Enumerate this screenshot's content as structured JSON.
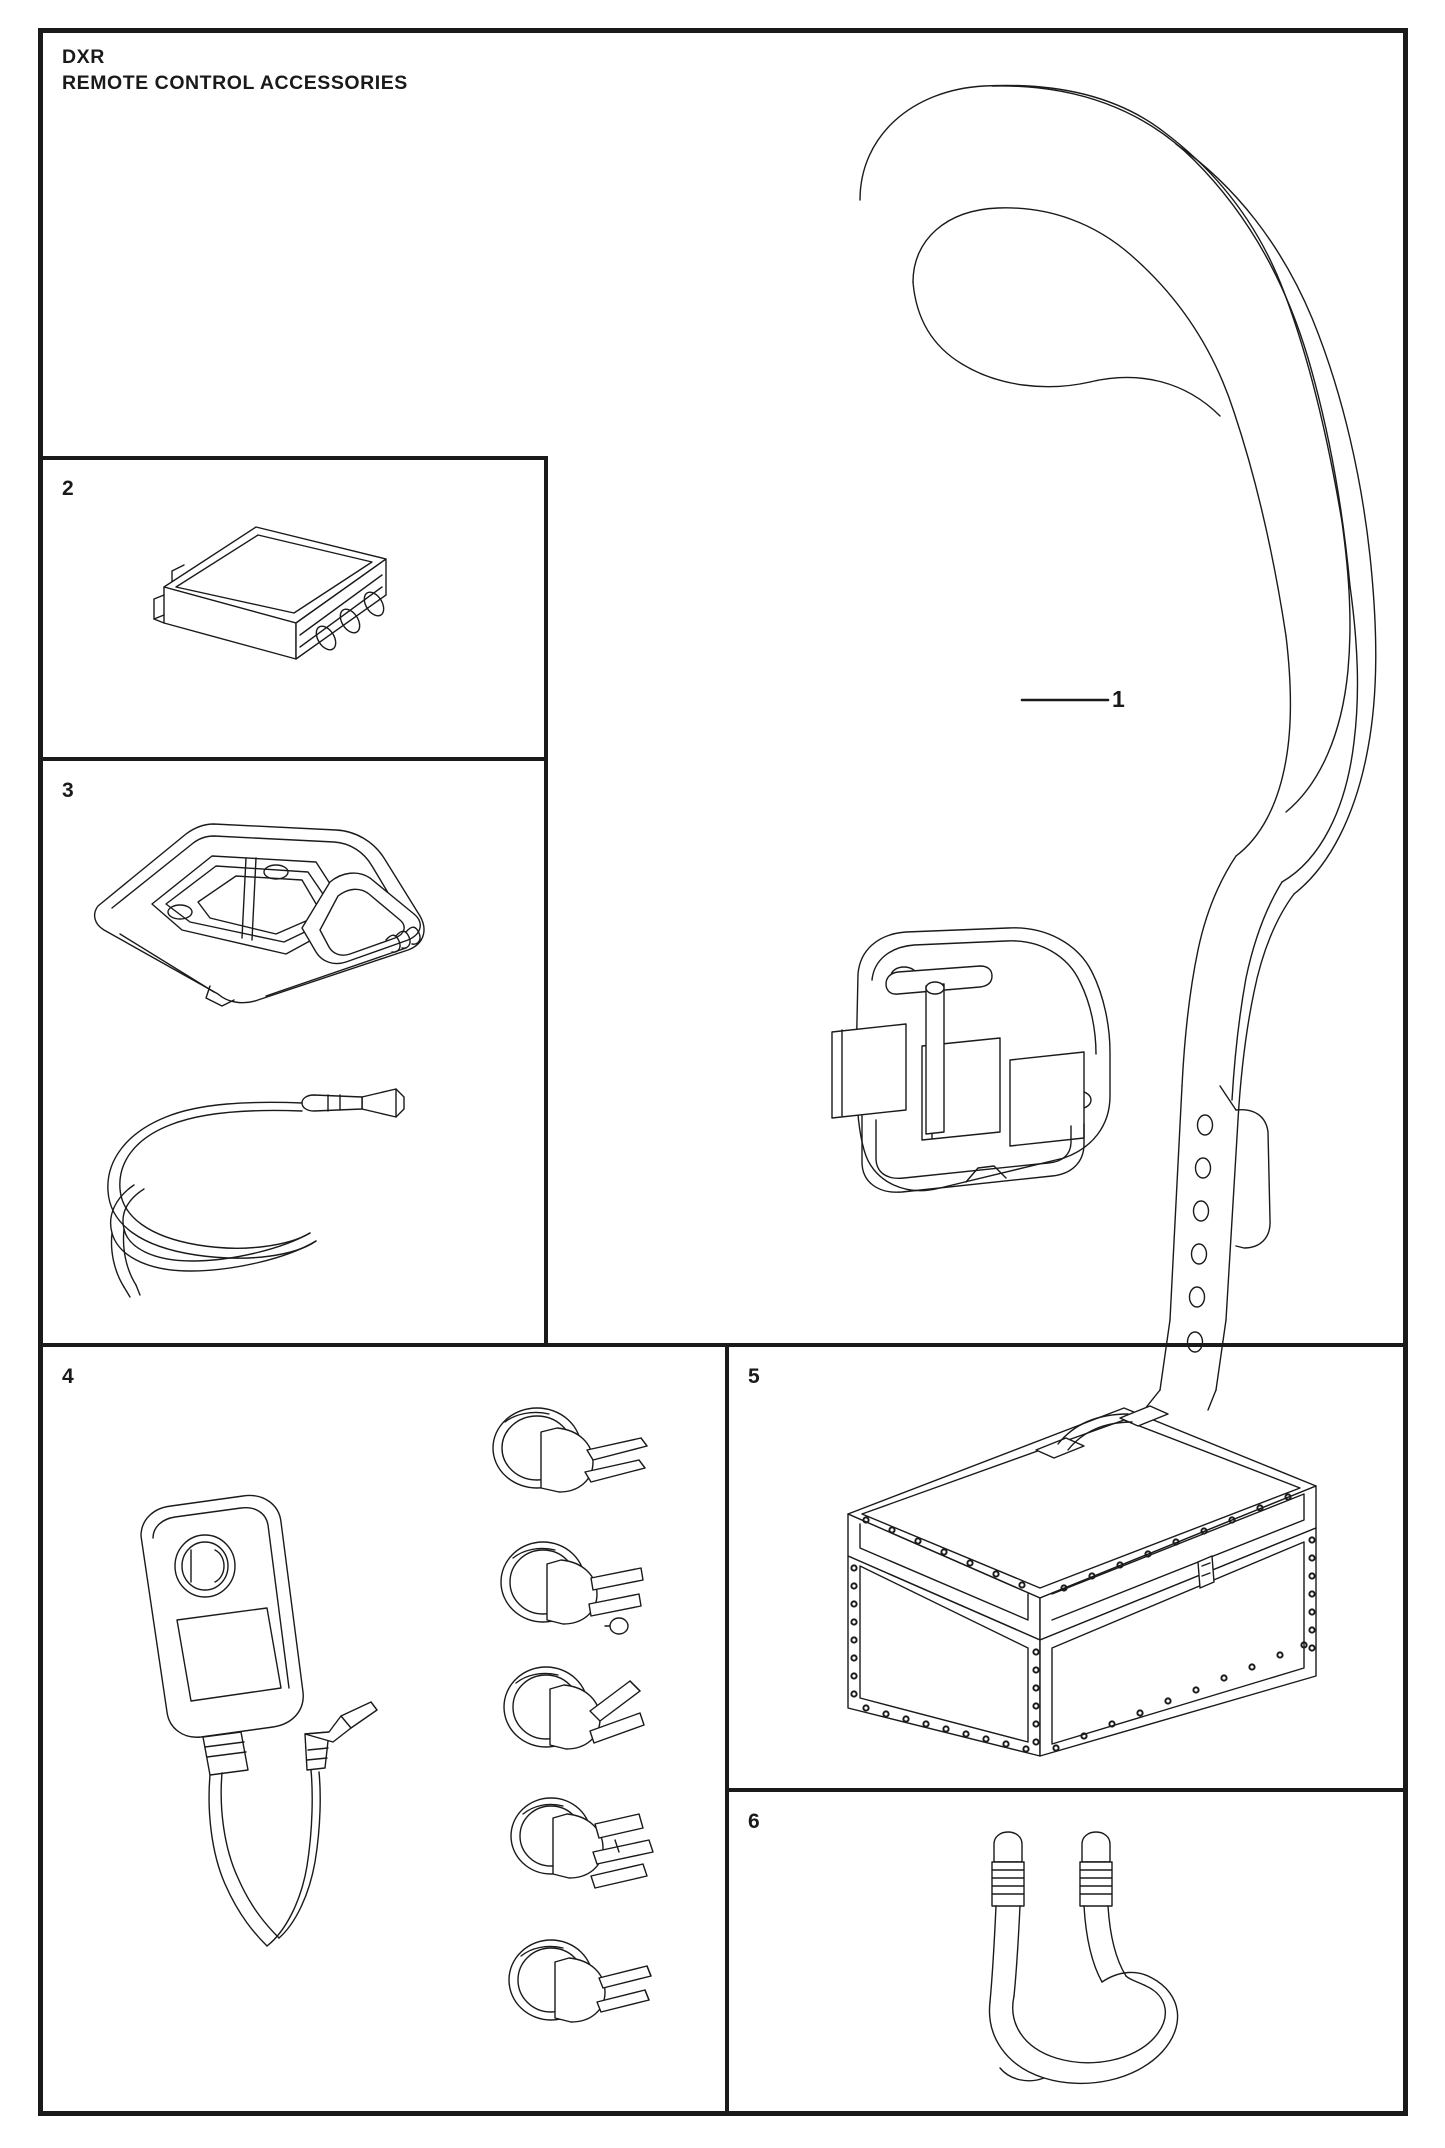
{
  "document": {
    "machine_code": "DXR",
    "title": "REMOTE CONTROL ACCESSORIES"
  },
  "callouts": [
    {
      "id": "1",
      "label": "1",
      "part": "harness-pole-with-belt-bracket"
    }
  ],
  "panels": [
    {
      "id": "p1",
      "number": "",
      "part": "support-harness-pole-assembly"
    },
    {
      "id": "p2",
      "number": "2",
      "part": "battery-pack"
    },
    {
      "id": "p3",
      "number": "3",
      "part": "battery-charger-cradle-and-cable"
    },
    {
      "id": "p4",
      "number": "4",
      "part": "power-supply-adapter-with-plug-adapters"
    },
    {
      "id": "p5",
      "number": "5",
      "part": "transport-carry-case"
    },
    {
      "id": "p6",
      "number": "6",
      "part": "connection-cable"
    }
  ],
  "panel_numbers": {
    "two": "2",
    "three": "3",
    "four": "4",
    "five": "5",
    "six": "6"
  },
  "colors": {
    "ink": "#1a1a1a",
    "paper": "#ffffff"
  }
}
